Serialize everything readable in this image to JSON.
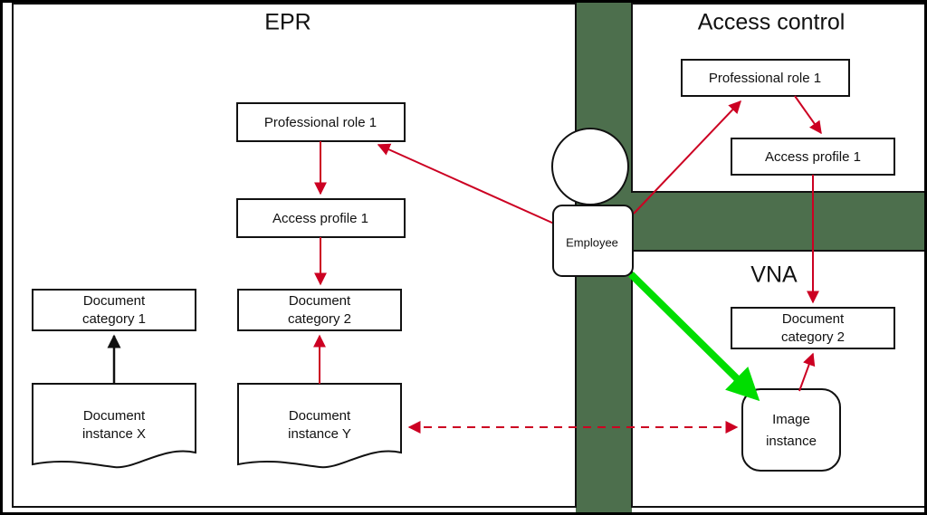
{
  "diagram": {
    "title": "EPR / Access control / VNA document and image access model",
    "colors": {
      "band_green": "#4d6f4d",
      "arrow_red": "#cc0022",
      "arrow_green": "#00dd00",
      "arrow_black": "#111111",
      "node_fill": "#ffffff",
      "node_stroke": "#111111"
    },
    "panels": [
      {
        "id": "epr",
        "title": "EPR"
      },
      {
        "id": "access-control",
        "title": "Access control"
      },
      {
        "id": "vna",
        "title": "VNA"
      }
    ],
    "actor": {
      "label": "Employee"
    },
    "nodes": {
      "epr_professional_role": "Professional role 1",
      "epr_access_profile": "Access profile 1",
      "epr_document_category_1": "Document\ncategory 1",
      "epr_document_category_1_line1": "Document",
      "epr_document_category_1_line2": "category 1",
      "epr_document_category_2_line1": "Document",
      "epr_document_category_2_line2": "category 2",
      "epr_document_instance_x_line1": "Document",
      "epr_document_instance_x_line2": "instance X",
      "epr_document_instance_y_line1": "Document",
      "epr_document_instance_y_line2": "instance Y",
      "ac_professional_role": "Professional role 1",
      "ac_access_profile": "Access profile 1",
      "vna_document_category_2_line1": "Document",
      "vna_document_category_2_line2": "category 2",
      "vna_image_instance_line1": "Image",
      "vna_image_instance_line2": "instance"
    },
    "edges": [
      {
        "id": "epr-role-to-profile",
        "from": "epr_professional_role",
        "to": "epr_access_profile",
        "color": "#cc0022",
        "style": "solid"
      },
      {
        "id": "epr-profile-to-category2",
        "from": "epr_access_profile",
        "to": "epr_document_category_2",
        "color": "#cc0022",
        "style": "solid"
      },
      {
        "id": "epr-instancey-to-category2",
        "from": "epr_document_instance_y",
        "to": "epr_document_category_2",
        "color": "#cc0022",
        "style": "solid"
      },
      {
        "id": "epr-instancex-to-category1",
        "from": "epr_document_instance_x",
        "to": "epr_document_category_1",
        "color": "#111111",
        "style": "solid"
      },
      {
        "id": "employee-to-epr-role",
        "from": "employee",
        "to": "epr_professional_role",
        "color": "#cc0022",
        "style": "solid"
      },
      {
        "id": "employee-to-ac-role",
        "from": "employee",
        "to": "ac_professional_role",
        "color": "#cc0022",
        "style": "solid"
      },
      {
        "id": "ac-role-to-ac-profile",
        "from": "ac_professional_role",
        "to": "ac_access_profile",
        "color": "#cc0022",
        "style": "solid"
      },
      {
        "id": "ac-profile-to-vna-category2",
        "from": "ac_access_profile",
        "to": "vna_document_category_2",
        "color": "#cc0022",
        "style": "solid"
      },
      {
        "id": "vna-image-to-category2",
        "from": "vna_image_instance",
        "to": "vna_document_category_2",
        "color": "#cc0022",
        "style": "solid"
      },
      {
        "id": "employee-to-image-instance",
        "from": "employee",
        "to": "vna_image_instance",
        "color": "#00dd00",
        "style": "thick"
      },
      {
        "id": "instancey-image-link",
        "from": "epr_document_instance_y",
        "to": "vna_image_instance",
        "color": "#cc0022",
        "style": "dashed-bidirectional"
      }
    ]
  }
}
